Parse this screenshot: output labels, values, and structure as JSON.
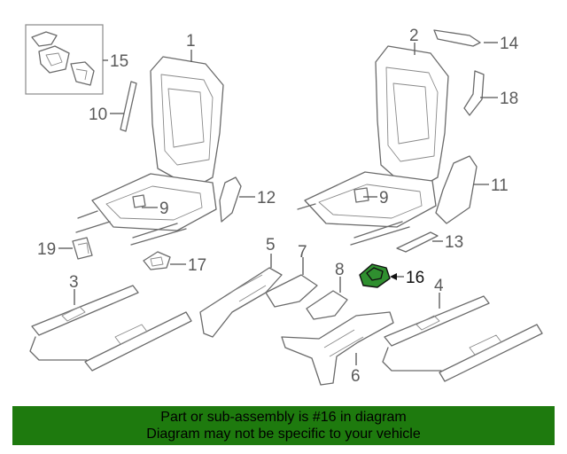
{
  "callouts": {
    "c1": "1",
    "c2": "2",
    "c3": "3",
    "c4": "4",
    "c5": "5",
    "c6": "6",
    "c7": "7",
    "c8": "8",
    "c9a": "9",
    "c9b": "9",
    "c10": "10",
    "c11": "11",
    "c12": "12",
    "c13": "13",
    "c14": "14",
    "c15": "15",
    "c16": "16",
    "c17": "17",
    "c18": "18",
    "c19": "19"
  },
  "highlighted_part": "16",
  "colors": {
    "banner": "#1e7a0e",
    "highlight": "#2f8f2f",
    "line_art": "#6b6b6b"
  },
  "banner": {
    "line1": "Part or sub-assembly is #16 in diagram",
    "line2": "Diagram may not be specific to your vehicle"
  }
}
